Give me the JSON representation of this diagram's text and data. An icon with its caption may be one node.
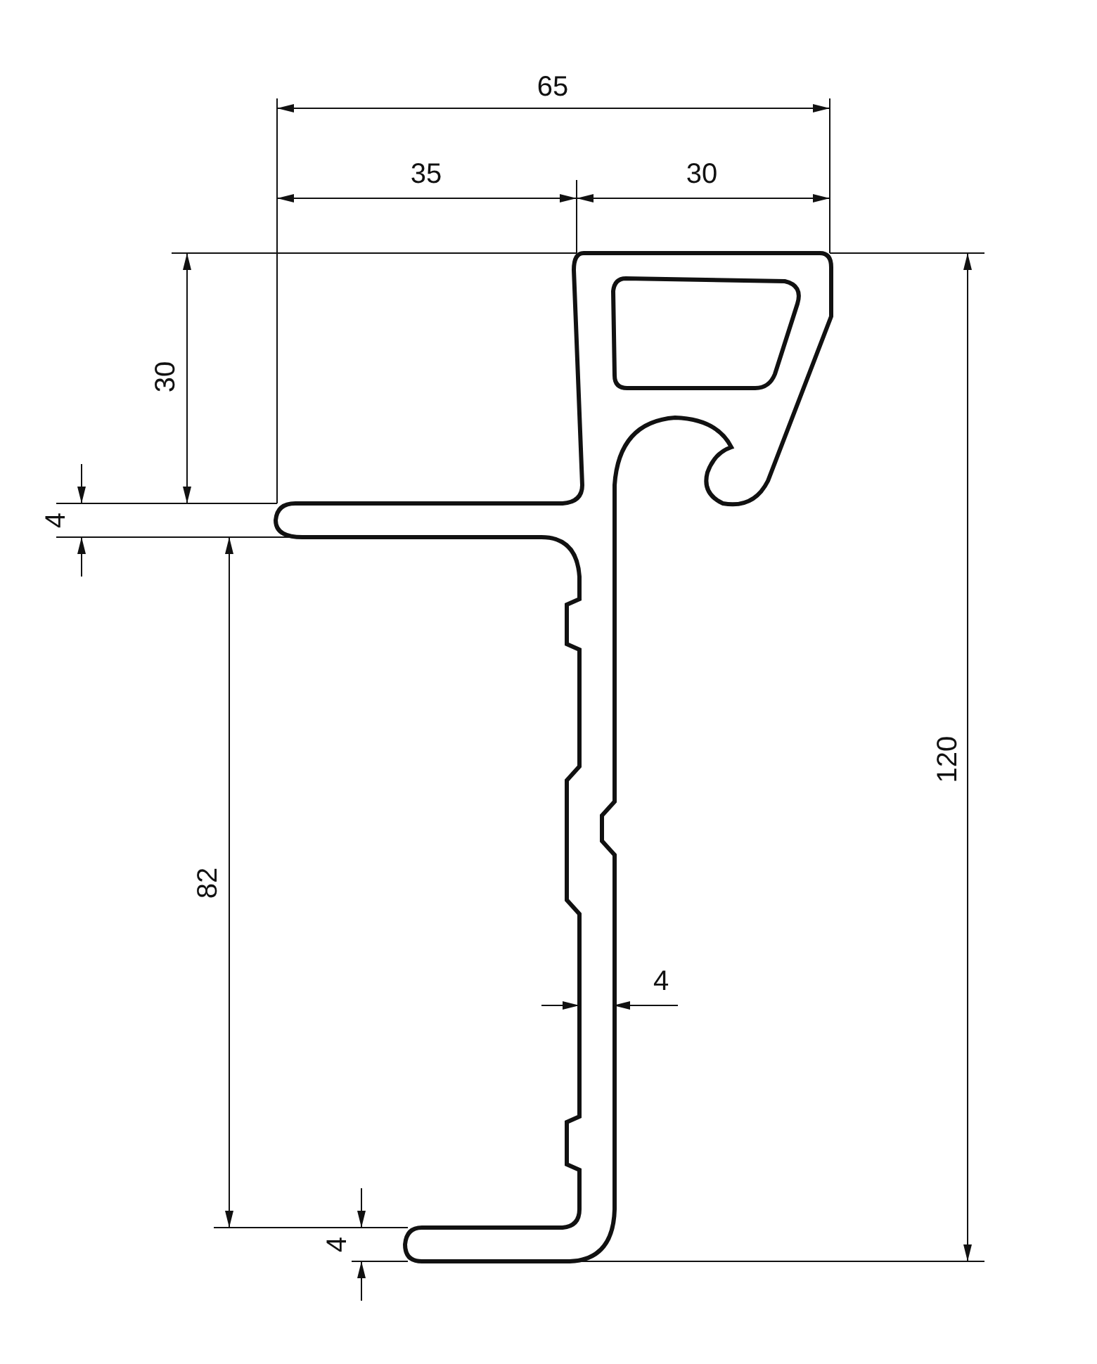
{
  "diagram": {
    "labels": [
      "65",
      "35",
      "30",
      "30",
      "4",
      "82",
      "120",
      "4",
      "4"
    ]
  }
}
